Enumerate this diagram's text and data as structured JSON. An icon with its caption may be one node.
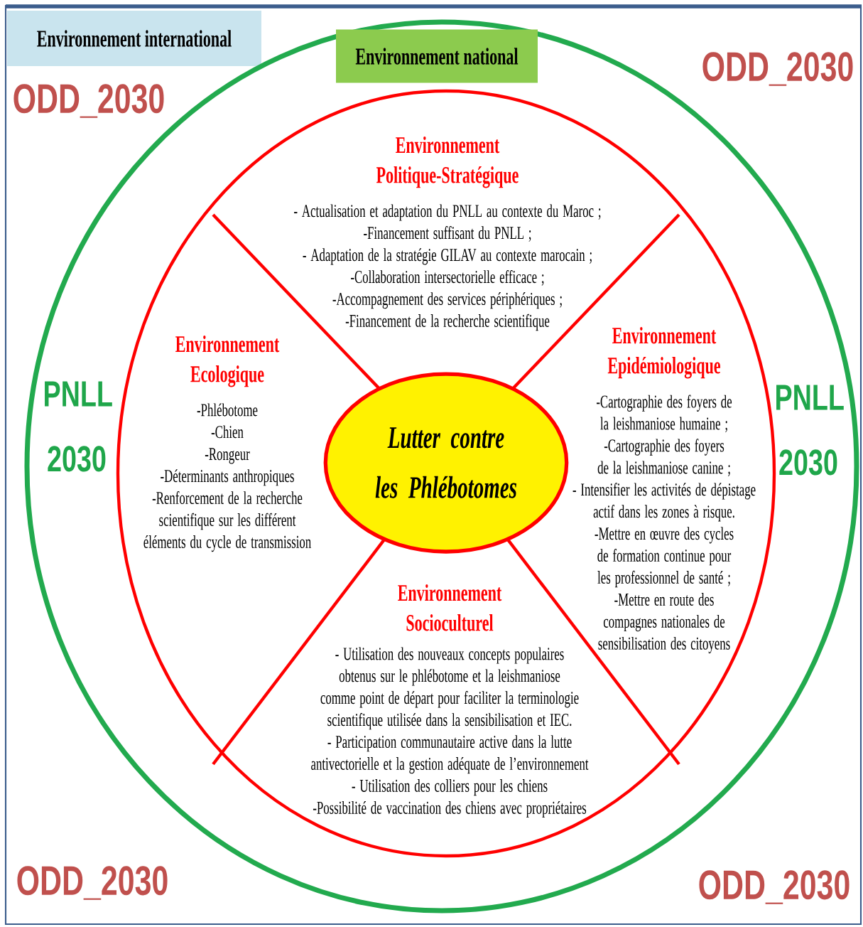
{
  "diagram": {
    "nodes": [
      {
        "text": [
          "Environnement international"
        ]
      },
      {
        "text": [
          "Environnement national"
        ],
        "in": 0
      },
      {
        "text": [],
        "shape": "circle",
        "in": 1
      },
      {
        "text": [
          "Environnement Politique-Stratégique",
          "- Actualisation et adaptation du PNLL au contexte du Maroc ;",
          "-Financement suffisant du PNLL ;",
          "- Adaptation de la stratégie GILAV au contexte marocain ;",
          "-Collaboration intersectorielle efficace ;",
          "-Accompagnement des services périphériques ;",
          "-Financement de la recherche scientifique"
        ],
        "in": 2
      },
      {
        "text": [
          "Environnement Ecologique",
          "-Phlébotome",
          "-Chien",
          "-Rongeur",
          "-Déterminants anthropiques",
          "-Renforcement de la recherche scientifique sur les différent éléments du cycle de transmission"
        ],
        "in": 2
      },
      {
        "text": [
          "Lutter contre les Phlébotomes"
        ],
        "in": 2
      },
      {
        "text": [
          "Environnement Epidémiologique",
          "-Cartographie des foyers de la leishmaniose humaine ;",
          "-Cartographie des foyers de la leishmaniose canine ;",
          "- Intensifier les activités de dépistage actif dans les zones à risque.",
          "-Mettre en œuvre des cycles de formation continue pour les professionnel de santé ;",
          "-Mettre en route des compagnes nationales de sensibilisation des citoyens"
        ],
        "in": 2
      },
      {
        "text": [
          "Environnement Socioculturel",
          "- Utilisation des nouveaux concepts populaires obtenus sur le phlébotome et la leishmaniose comme point de départ pour faciliter la terminologie scientifique utilisée dans la sensibilisation et IEC.",
          "- Participation communautaire active dans la lutte antivectorielle et la gestion adéquate de l’environnement",
          "- Utilisation des colliers pour les chiens",
          "-Possibilité de vaccination des chiens avec propriétaires"
        ],
        "in": 2
      }
    ],
    "labels": [
      "ODD_2030",
      "ODD_2030",
      "PNLL 2030",
      "PNLL 2030",
      "ODD_2030",
      "ODD_2030"
    ]
  }
}
